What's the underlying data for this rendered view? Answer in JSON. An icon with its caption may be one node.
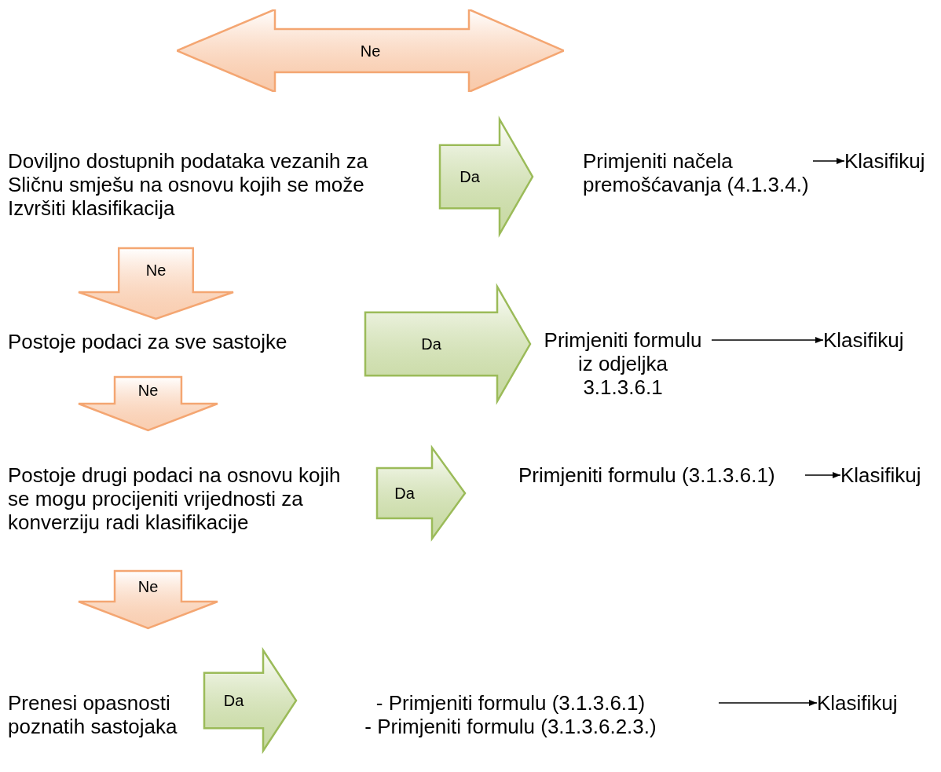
{
  "diagram": {
    "nodes": [
      {
        "text": [
          "Ne"
        ]
      },
      {
        "text": [
          "Doviljno dostupnih podataka vezanih za Sličnu smješu na osnovu kojih se može Izvršiti klasifikacija"
        ]
      },
      {
        "text": [
          "Primjeniti načela premošćavanja (4.1.3.4.)"
        ]
      },
      {
        "text": [
          "Klasifikuj"
        ]
      },
      {
        "text": [
          "Postoje podaci za sve sastojke"
        ]
      },
      {
        "text": [
          "Primjeniti formulu iz odjeljka 3.1.3.6.1"
        ]
      },
      {
        "text": [
          "Klasifikuj"
        ]
      },
      {
        "text": [
          "Postoje drugi podaci na osnovu kojih se mogu procijeniti vrijednosti za konverziju radi klasifikacije"
        ]
      },
      {
        "text": [
          "Primjeniti formulu (3.1.3.6.1)"
        ]
      },
      {
        "text": [
          "Klasifikuj"
        ]
      },
      {
        "text": [
          "Prenesi opasnosti poznatih sastojaka"
        ]
      },
      {
        "text": [
          "- Primjeniti formulu (3.1.3.6.1)",
          "- Primjeniti formulu (3.1.3.6.2.3.)"
        ]
      },
      {
        "text": [
          "Klasifikuj"
        ]
      }
    ],
    "edges": [
      {
        "from": 1,
        "to": 2,
        "arrow": "to",
        "label": "Da",
        "style": "thick",
        "color": "#9bbb59"
      },
      {
        "from": 2,
        "to": 3,
        "arrow": "to"
      },
      {
        "from": 1,
        "to": 4,
        "arrow": "to",
        "label": "Ne",
        "style": "thick",
        "color": "#f4a672"
      },
      {
        "from": 4,
        "to": 5,
        "arrow": "to",
        "label": "Da",
        "style": "thick",
        "color": "#9bbb59"
      },
      {
        "from": 5,
        "to": 6,
        "arrow": "to"
      },
      {
        "from": 4,
        "to": 7,
        "arrow": "to",
        "label": "Ne",
        "style": "thick",
        "color": "#f4a672"
      },
      {
        "from": 7,
        "to": 8,
        "arrow": "to",
        "label": "Da",
        "style": "thick",
        "color": "#9bbb59"
      },
      {
        "from": 8,
        "to": 9,
        "arrow": "to"
      },
      {
        "from": 7,
        "to": 10,
        "arrow": "to",
        "label": "Ne",
        "style": "thick",
        "color": "#f4a672"
      },
      {
        "from": 10,
        "to": 11,
        "arrow": "to",
        "label": "Da",
        "style": "thick",
        "color": "#9bbb59"
      },
      {
        "from": 11,
        "to": 12,
        "arrow": "to"
      }
    ]
  }
}
